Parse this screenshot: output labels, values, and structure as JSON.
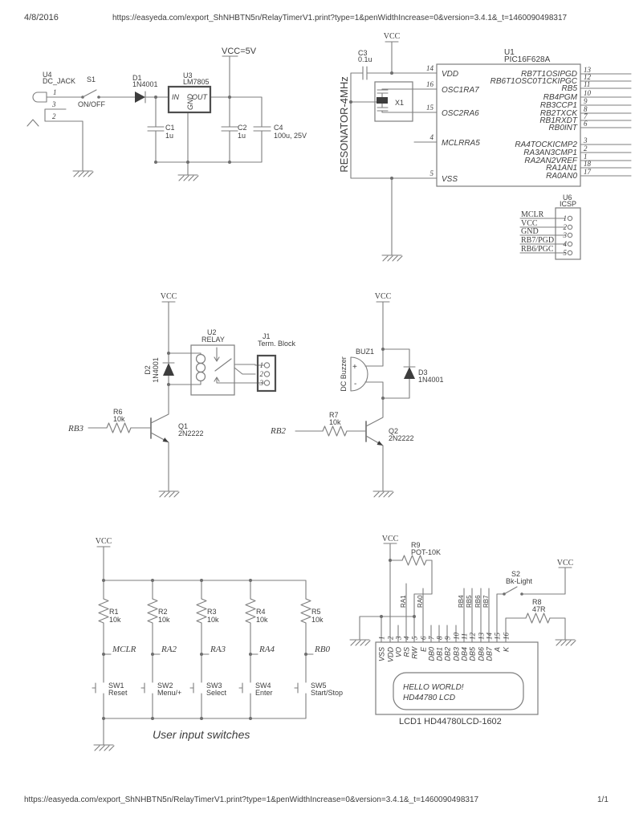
{
  "header": {
    "date": "4/8/2016",
    "url": "https://easyeda.com/export_ShNHBTN5n/RelayTimerV1.print?type=1&penWidthIncrease=0&version=3.4.1&_t=1460090498317"
  },
  "footer": {
    "url": "https://easyeda.com/export_ShNHBTN5n/RelayTimerV1.print?type=1&penWidthIncrease=0&version=3.4.1&_t=1460090498317",
    "page": "1/1"
  },
  "power": {
    "u4": {
      "ref": "U4",
      "value": "DC_JACK",
      "pin1": "1",
      "pin2": "2",
      "pin3": "3"
    },
    "s1": {
      "ref": "S1",
      "value": "ON/OFF"
    },
    "d1": {
      "ref": "D1",
      "value": "1N4001"
    },
    "u3": {
      "ref": "U3",
      "value": "LM7805",
      "in": "IN",
      "gnd": "GND",
      "out": "OUT"
    },
    "vcc_flag": "VCC=5V",
    "c1": {
      "ref": "C1",
      "value": "1u"
    },
    "c2": {
      "ref": "C2",
      "value": "1u"
    },
    "c4": {
      "ref": "C4",
      "value": "100u, 25V"
    }
  },
  "mcu": {
    "vcc_flag": "VCC",
    "c3": {
      "ref": "C3",
      "value": "0.1u"
    },
    "resonator": "RESONATOR-4MHz",
    "x1": {
      "ref": "X1"
    },
    "u1": {
      "ref": "U1",
      "value": "PIC16F628A"
    },
    "left_pins": [
      {
        "num": "14",
        "name": "VDD"
      },
      {
        "num": "16",
        "name": "OSC1RA7"
      },
      {
        "num": "15",
        "name": "OSC2RA6"
      },
      {
        "num": "4",
        "name": "MCLRRA5"
      },
      {
        "num": "5",
        "name": "VSS"
      }
    ],
    "right_pins": [
      {
        "num": "13",
        "name": "RB7T1OSIPGD"
      },
      {
        "num": "12",
        "name": "RB6T1OSC0T1CKIPGC"
      },
      {
        "num": "11",
        "name": "RB5"
      },
      {
        "num": "10",
        "name": "RB4PGM"
      },
      {
        "num": "9",
        "name": "RB3CCP1"
      },
      {
        "num": "8",
        "name": "RB2TXCK"
      },
      {
        "num": "7",
        "name": "RB1RXDT"
      },
      {
        "num": "6",
        "name": "RB0INT"
      },
      {
        "num": "3",
        "name": "RA4TOCKICMP2"
      },
      {
        "num": "2",
        "name": "RA3AN3CMP1"
      },
      {
        "num": "1",
        "name": "RA2AN2VREF"
      },
      {
        "num": "18",
        "name": "RA1AN1"
      },
      {
        "num": "17",
        "name": "RA0AN0"
      }
    ]
  },
  "icsp": {
    "ref": "U6",
    "value": "ICSP",
    "pins": [
      {
        "num": "1",
        "label": "MCLR"
      },
      {
        "num": "2",
        "label": "VCC"
      },
      {
        "num": "3",
        "label": "GND"
      },
      {
        "num": "4",
        "label": "RB7/PGD"
      },
      {
        "num": "5",
        "label": "RB6/PGC"
      }
    ]
  },
  "relay": {
    "vcc_flag": "VCC",
    "u2": {
      "ref": "U2",
      "value": "RELAY"
    },
    "j1": {
      "ref": "J1",
      "value": "Term. Block",
      "pins": [
        "1",
        "2",
        "3"
      ]
    },
    "d2": {
      "ref": "D2",
      "value": "1N4001"
    },
    "r6": {
      "ref": "R6",
      "value": "10k"
    },
    "q1": {
      "ref": "Q1",
      "value": "2N2222"
    },
    "net": "RB3"
  },
  "buzzer": {
    "vcc_flag": "VCC",
    "buz1": {
      "ref": "BUZ1",
      "value": "DC Buzzer",
      "plus": "+",
      "minus": "-"
    },
    "d3": {
      "ref": "D3",
      "value": "1N4001"
    },
    "r7": {
      "ref": "R7",
      "value": "10k"
    },
    "q2": {
      "ref": "Q2",
      "value": "2N2222"
    },
    "net": "RB2"
  },
  "switches": {
    "vcc_flag": "VCC",
    "caption": "User input switches",
    "columns": [
      {
        "r_ref": "R1",
        "r_value": "10k",
        "net": "MCLR",
        "sw_ref": "SW1",
        "sw_label": "Reset"
      },
      {
        "r_ref": "R2",
        "r_value": "10k",
        "net": "RA2",
        "sw_ref": "SW2",
        "sw_label": "Menu/+"
      },
      {
        "r_ref": "R3",
        "r_value": "10k",
        "net": "RA3",
        "sw_ref": "SW3",
        "sw_label": "Select"
      },
      {
        "r_ref": "R4",
        "r_value": "10k",
        "net": "RA4",
        "sw_ref": "SW4",
        "sw_label": "Enter"
      },
      {
        "r_ref": "R5",
        "r_value": "10k",
        "net": "RB0",
        "sw_ref": "SW5",
        "sw_label": "Start/Stop"
      }
    ]
  },
  "lcd": {
    "vcc_flag_left": "VCC",
    "vcc_flag_right": "VCC",
    "r9": {
      "ref": "R9",
      "value": "POT-10K"
    },
    "s2": {
      "ref": "S2",
      "value": "Bk-Light"
    },
    "r8": {
      "ref": "R8",
      "value": "47R"
    },
    "nets": {
      "ra1": "RA1",
      "ra0": "RA0",
      "rb4": "RB4",
      "rb5": "RB5",
      "rb6": "RB6",
      "rb7": "RB7"
    },
    "pins": [
      {
        "num": "1",
        "name": "VSS"
      },
      {
        "num": "2",
        "name": "VDD"
      },
      {
        "num": "3",
        "name": "VO"
      },
      {
        "num": "4",
        "name": "RS"
      },
      {
        "num": "5",
        "name": "RW"
      },
      {
        "num": "6",
        "name": "E"
      },
      {
        "num": "7",
        "name": "DB0"
      },
      {
        "num": "8",
        "name": "DB1"
      },
      {
        "num": "9",
        "name": "DB2"
      },
      {
        "num": "10",
        "name": "DB3"
      },
      {
        "num": "11",
        "name": "DB4"
      },
      {
        "num": "12",
        "name": "DB5"
      },
      {
        "num": "13",
        "name": "DB6"
      },
      {
        "num": "14",
        "name": "DB7"
      },
      {
        "num": "15",
        "name": "A"
      },
      {
        "num": "16",
        "name": "K"
      }
    ],
    "screen": {
      "line1": "HELLO WORLD!",
      "line2": "HD44780 LCD"
    },
    "label": "LCD1 HD44780LCD-1602"
  },
  "colors": {
    "wire": "#7d7d7d",
    "text": "#3d3d3d",
    "bold_outline": "#4e4e4e"
  }
}
